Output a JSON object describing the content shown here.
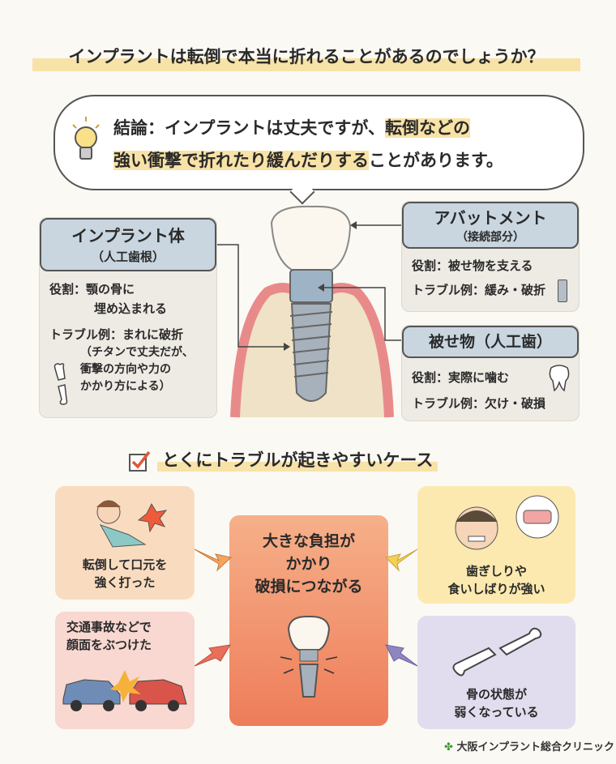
{
  "title": "インプラントは転倒で本当に折れることがあるのでしょうか？",
  "conclusion": {
    "label": "結論：",
    "line1_a": "インプラントは丈夫ですが、",
    "line1_b": "転倒などの",
    "line2_a": "強い衝撃で折れたり緩んだりする",
    "line2_b": "ことがあります。",
    "icon": "lightbulb-icon"
  },
  "parts": {
    "implant_body": {
      "title": "インプラント体",
      "subtitle": "（人工歯根）",
      "role_label": "役割：",
      "role_1": "顎の骨に",
      "role_2": "埋め込まれる",
      "trouble_label": "トラブル例：",
      "trouble": "まれに破折",
      "note_1": "（チタンで丈夫だが、",
      "note_2": "衝撃の方向や力の",
      "note_3": "かかり方による）"
    },
    "abutment": {
      "title": "アバットメント",
      "subtitle": "（接続部分）",
      "role": "役割：被せ物を支える",
      "trouble": "トラブル例：緩み・破折"
    },
    "crown": {
      "title": "被せ物（人工歯）",
      "role": "役割：実際に噛む",
      "trouble": "トラブル例：欠け・破損"
    }
  },
  "cases": {
    "heading": "とくにトラブルが起きやすいケース",
    "fall": "転倒して口元を\n強く打った",
    "accident": "交通事故などで\n顔面をぶつけた",
    "bruxism": "歯ぎしりや\n食いしばりが強い",
    "bone": "骨の状態が\n弱くなっている",
    "center": "大きな負担が\nかかり\n破損につながる"
  },
  "footer": {
    "clinic": "大阪インプラント総合クリニック"
  },
  "colors": {
    "highlight": "#f8e2a6",
    "header_blue": "#c9d6e0",
    "fall": "#f9dcc0",
    "accident": "#f8d8d0",
    "bruxism": "#fbe9b0",
    "bone": "#e2ddee",
    "center": "#ee7d5a"
  }
}
